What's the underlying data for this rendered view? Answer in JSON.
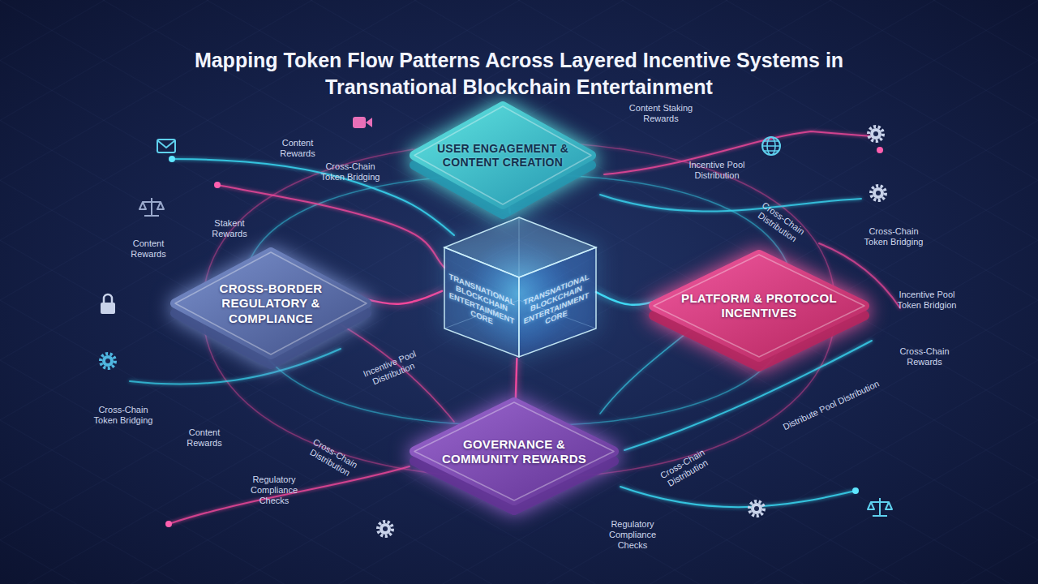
{
  "diagram": {
    "title": "Mapping Token Flow Patterns Across Layered Incentive Systems in Transnational Blockchain Entertainment",
    "nodes": [
      {
        "text": [
          "USER ENGAGEMENT & CONTENT CREATION"
        ]
      },
      {
        "text": [
          "CROSS-BORDER REGULATORY & COMPLIANCE"
        ]
      },
      {
        "text": [
          "TRANSNATIONAL BLOCKCHAIN ENTERTAINMENT CORE",
          "TRANSNATIONAL BLOCKCHAIN ENTERTAINMENT CORE"
        ]
      },
      {
        "text": [
          "PLATFORM & PROTOCOL INCENTIVES"
        ]
      },
      {
        "text": [
          "GOVERNANCE & COMMUNITY REWARDS"
        ]
      }
    ],
    "edges": [
      {
        "from": 2,
        "to": 0,
        "arrow": "none"
      },
      {
        "from": 2,
        "to": 1,
        "arrow": "none"
      },
      {
        "from": 2,
        "to": 3,
        "arrow": "none"
      },
      {
        "from": 2,
        "to": 4,
        "arrow": "none"
      }
    ],
    "labels": [
      "Content Staking Rewards",
      "Content Rewards",
      "Cross-Chain Token Bridging",
      "Incentive Pool Distribution",
      "Cross-Chain Distribution",
      "Stakent Rewards",
      "Cross-Chain Token Bridging",
      "Content Rewards",
      "Incentive Pool Token Bridgion",
      "Cross-Chain Rewards",
      "Incentive Pool Distribution",
      "Distribute Pool Distribution",
      "Cross-Chain Token Bridging",
      "Content Rewards",
      "Cross-Chain Distribution",
      "Cross-Chain Distribution",
      "Regulatory Compliance Checks",
      "Regulatory Compliance Checks"
    ]
  }
}
